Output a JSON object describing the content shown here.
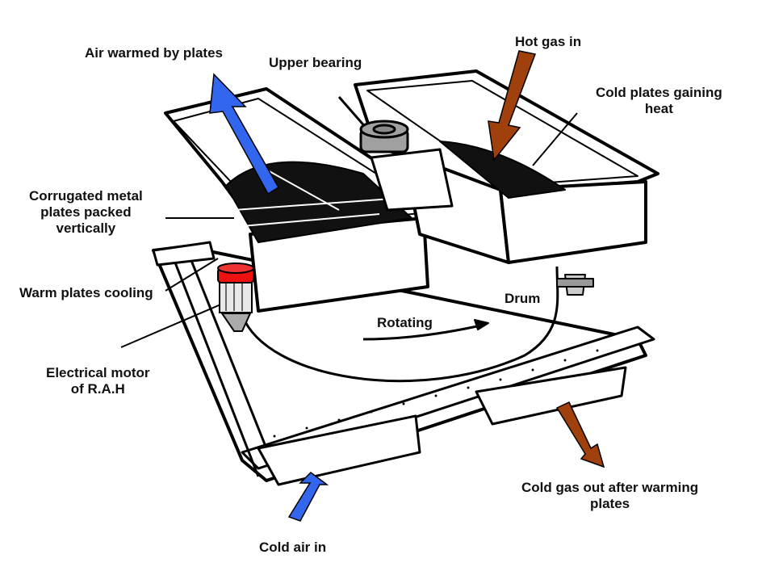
{
  "title": "Rotary Air Heater (R.A.H) schematic",
  "labels": {
    "air_warmed": "Air warmed by plates",
    "upper_bearing": "Upper bearing",
    "hot_gas_in": "Hot gas in",
    "cold_plates": "Cold plates gaining\nheat",
    "corrugated": "Corrugated metal\nplates packed\nvertically",
    "warm_plates": "Warm plates cooling",
    "drum": "Drum",
    "rotating": "Rotating",
    "motor": "Electrical motor\nof R.A.H",
    "cold_gas_out": "Cold gas out after warming\nplates",
    "cold_air_in": "Cold air in"
  },
  "colors": {
    "air_arrow": "#3366ee",
    "gas_arrow": "#a0400c",
    "motor_cap": "#ee1111",
    "bearing": "#a0a0a0",
    "outline": "#000000"
  }
}
